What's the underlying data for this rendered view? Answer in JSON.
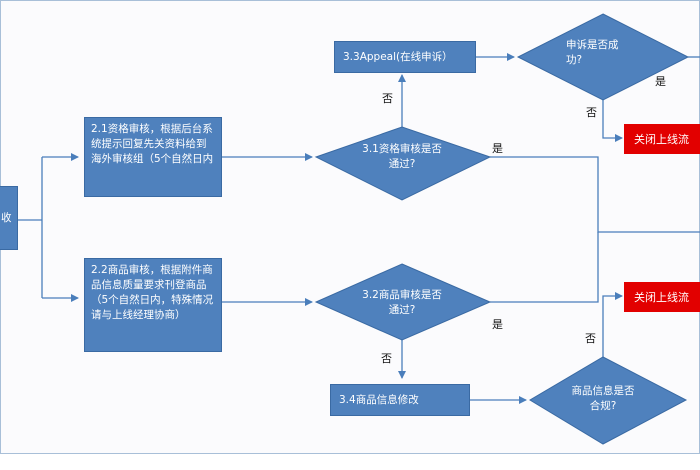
{
  "boxes": {
    "start": "收",
    "qual_review": "2.1资格审核，根据后台系统提示回复先关资料给到海外审核组（5个自然日内",
    "goods_review": "2.2商品审核，根据附件商品信息质量要求刊登商品（5个自然日内，特殊情况请与上线经理协商）",
    "appeal": "3.3Appeal(在线申诉）",
    "goods_modify": "3.4商品信息修改"
  },
  "decisions": {
    "appeal_success": "申诉是否成功?",
    "qual_pass": "3.1资格审核是否通过?",
    "goods_pass": "3.2商品审核是否通过?",
    "goods_compliant": "商品信息是否合规?"
  },
  "outcomes": {
    "close_top": "关闭上线流",
    "close_bottom": "关闭上线流"
  },
  "labels": {
    "no_qual": "否",
    "yes_qual": "是",
    "yes_appeal": "是",
    "no_appeal": "否",
    "yes_goods": "是",
    "no_goods": "否",
    "no_compliant": "否"
  },
  "colors": {
    "box_fill": "#4f81bd",
    "outcome_fill": "#e20000",
    "connector": "#4a7ebb"
  }
}
